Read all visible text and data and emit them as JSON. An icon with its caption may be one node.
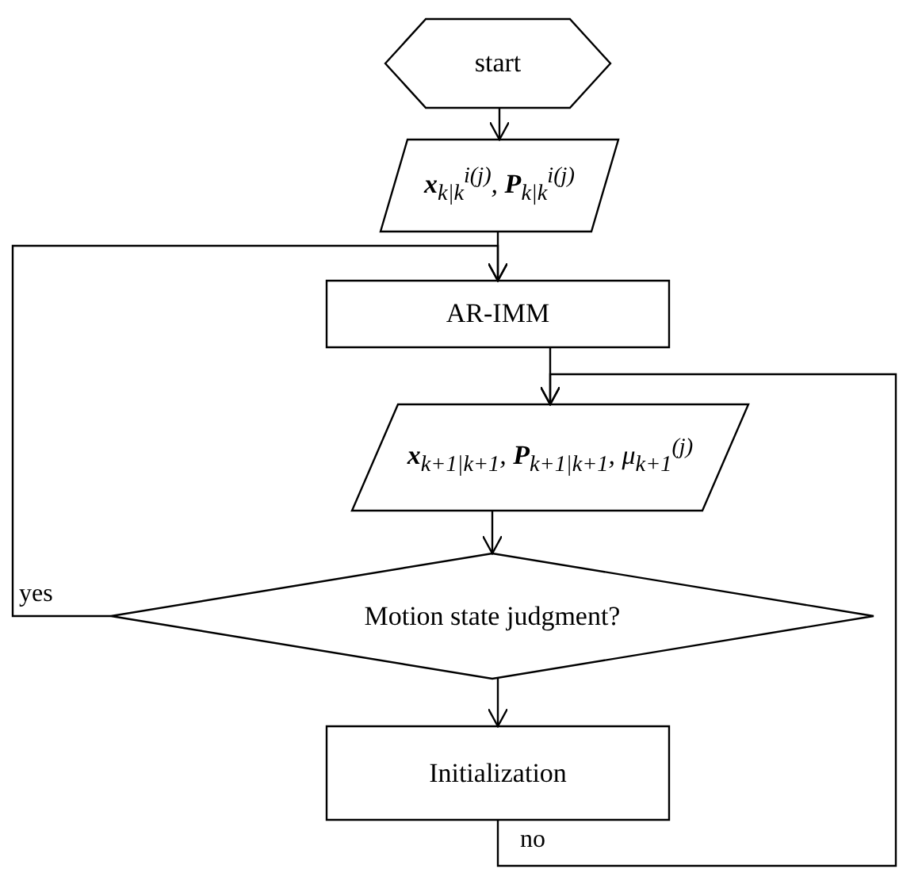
{
  "diagram": {
    "nodes": [
      {
        "text": [
          "start"
        ]
      },
      {
        "text": [
          "**x**$_{k|k}$$^{i(j)}$, **P**$_{k|k}$$^{i(j)}$"
        ]
      },
      {
        "text": [
          "AR-IMM"
        ]
      },
      {
        "text": [
          "**x**$_{k+1|k+1}$, **P**$_{k+1|k+1}$, μ$_{k+1}$$^{(j)}$"
        ]
      },
      {
        "text": [
          "Motion state judgment?"
        ]
      },
      {
        "text": [
          "Initialization"
        ]
      }
    ],
    "edges": [
      {
        "from": 0,
        "to": 1,
        "arrow": "to"
      },
      {
        "from": 1,
        "to": 2,
        "arrow": "to"
      },
      {
        "from": 2,
        "to": 3,
        "arrow": "to"
      },
      {
        "from": 3,
        "to": 4,
        "arrow": "to"
      },
      {
        "from": 4,
        "to": 2,
        "arrow": "to",
        "label": "yes"
      },
      {
        "from": 4,
        "to": 5,
        "arrow": "to"
      },
      {
        "from": 5,
        "to": 3,
        "arrow": "to",
        "label": "no"
      }
    ]
  }
}
